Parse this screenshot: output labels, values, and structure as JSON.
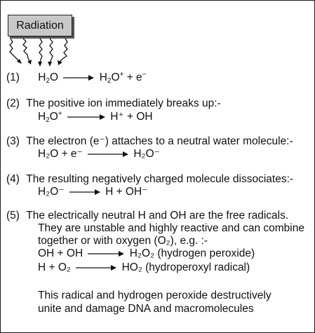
{
  "radiation_label": "Radiation",
  "steps": [
    {
      "number": "(1)",
      "equation": {
        "lhs": [
          "H",
          "2",
          "O"
        ],
        "rhs": [
          "H",
          "2",
          "O",
          "+",
          " + e",
          "−"
        ]
      }
    },
    {
      "number": "(2)",
      "text": "The positive ion immediately breaks up:-",
      "equation": {
        "lhs": [
          "H",
          "2",
          "O",
          "+"
        ],
        "rhs": "H⁺ + OH"
      }
    },
    {
      "number": "(3)",
      "text": "The electron (e⁻) attaches to a neutral water molecule:-",
      "equation": {
        "lhs": "H₂O + e⁻",
        "rhs": "H₂O⁻"
      }
    },
    {
      "number": "(4)",
      "text": "The resulting negatively charged molecule dissociates:-",
      "equation": {
        "lhs": "H₂O⁻",
        "rhs": "H + OH⁻"
      }
    },
    {
      "number": "(5)",
      "text_lines": [
        "The electrically neutral H and OH are the free radicals.",
        "They are unstable and highly reactive and can combine",
        "together or with oxygen (O₂), e.g. :-"
      ],
      "reactions": [
        {
          "lhs": "OH + OH",
          "rhs": "H₂O₂ (hydrogen peroxide)"
        },
        {
          "lhs": "H + O₂",
          "rhs": "HO₂ (hydroperoxyl radical)"
        }
      ],
      "conclusion_lines": [
        "This radical and hydrogen peroxide destructively",
        "unite and damage DNA and macromolecules"
      ]
    }
  ]
}
